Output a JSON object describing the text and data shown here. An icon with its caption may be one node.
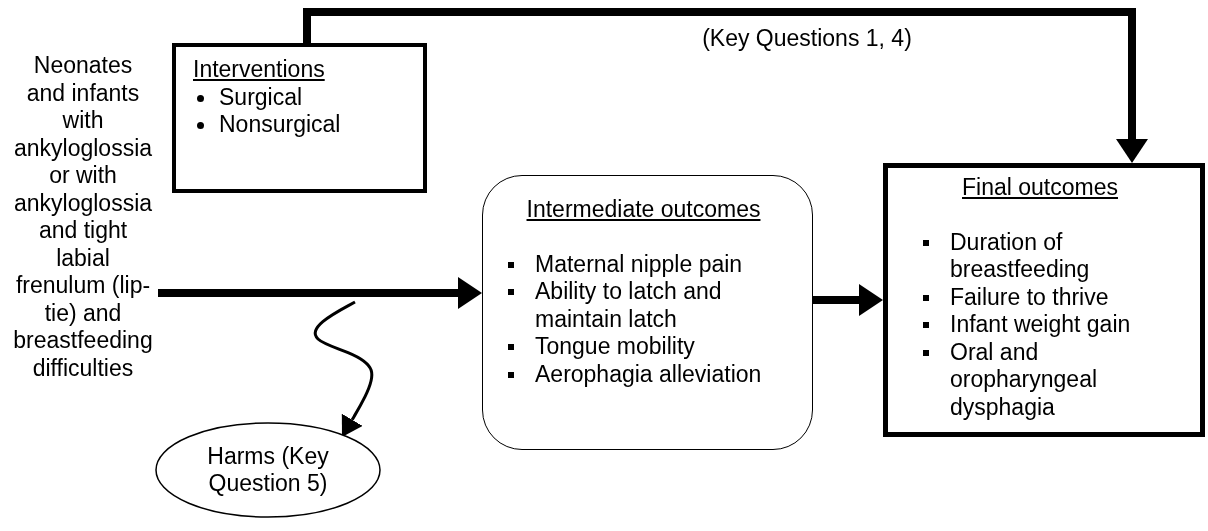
{
  "diagram": {
    "nodes": [
      {
        "text": [
          "Neonates and infants with ankyloglossia or with ankyloglossia and tight labial frenulum (lip-tie) and breastfeeding difficulties"
        ]
      },
      {
        "text": [
          "Interventions",
          "Surgical",
          "Nonsurgical"
        ]
      },
      {
        "text": [
          "Intermediate outcomes",
          "Maternal nipple pain",
          "Ability to latch and maintain latch",
          "Tongue mobility",
          "Aerophagia alleviation"
        ]
      },
      {
        "text": [
          "Final outcomes",
          "Duration of breastfeeding",
          "Failure to thrive",
          "Infant weight gain",
          "Oral and oropharyngeal dysphagia"
        ]
      },
      {
        "text": [
          "Harms (Key Question 5)"
        ]
      }
    ],
    "edges": [
      {
        "from": 0,
        "to": 2,
        "arrow": "to"
      },
      {
        "from": 1,
        "to": 3,
        "arrow": "to",
        "label": "(Key Questions 1, 4)"
      },
      {
        "from": 2,
        "to": 3,
        "arrow": "to"
      },
      {
        "from": null,
        "to": 4,
        "arrow": "to"
      }
    ]
  }
}
